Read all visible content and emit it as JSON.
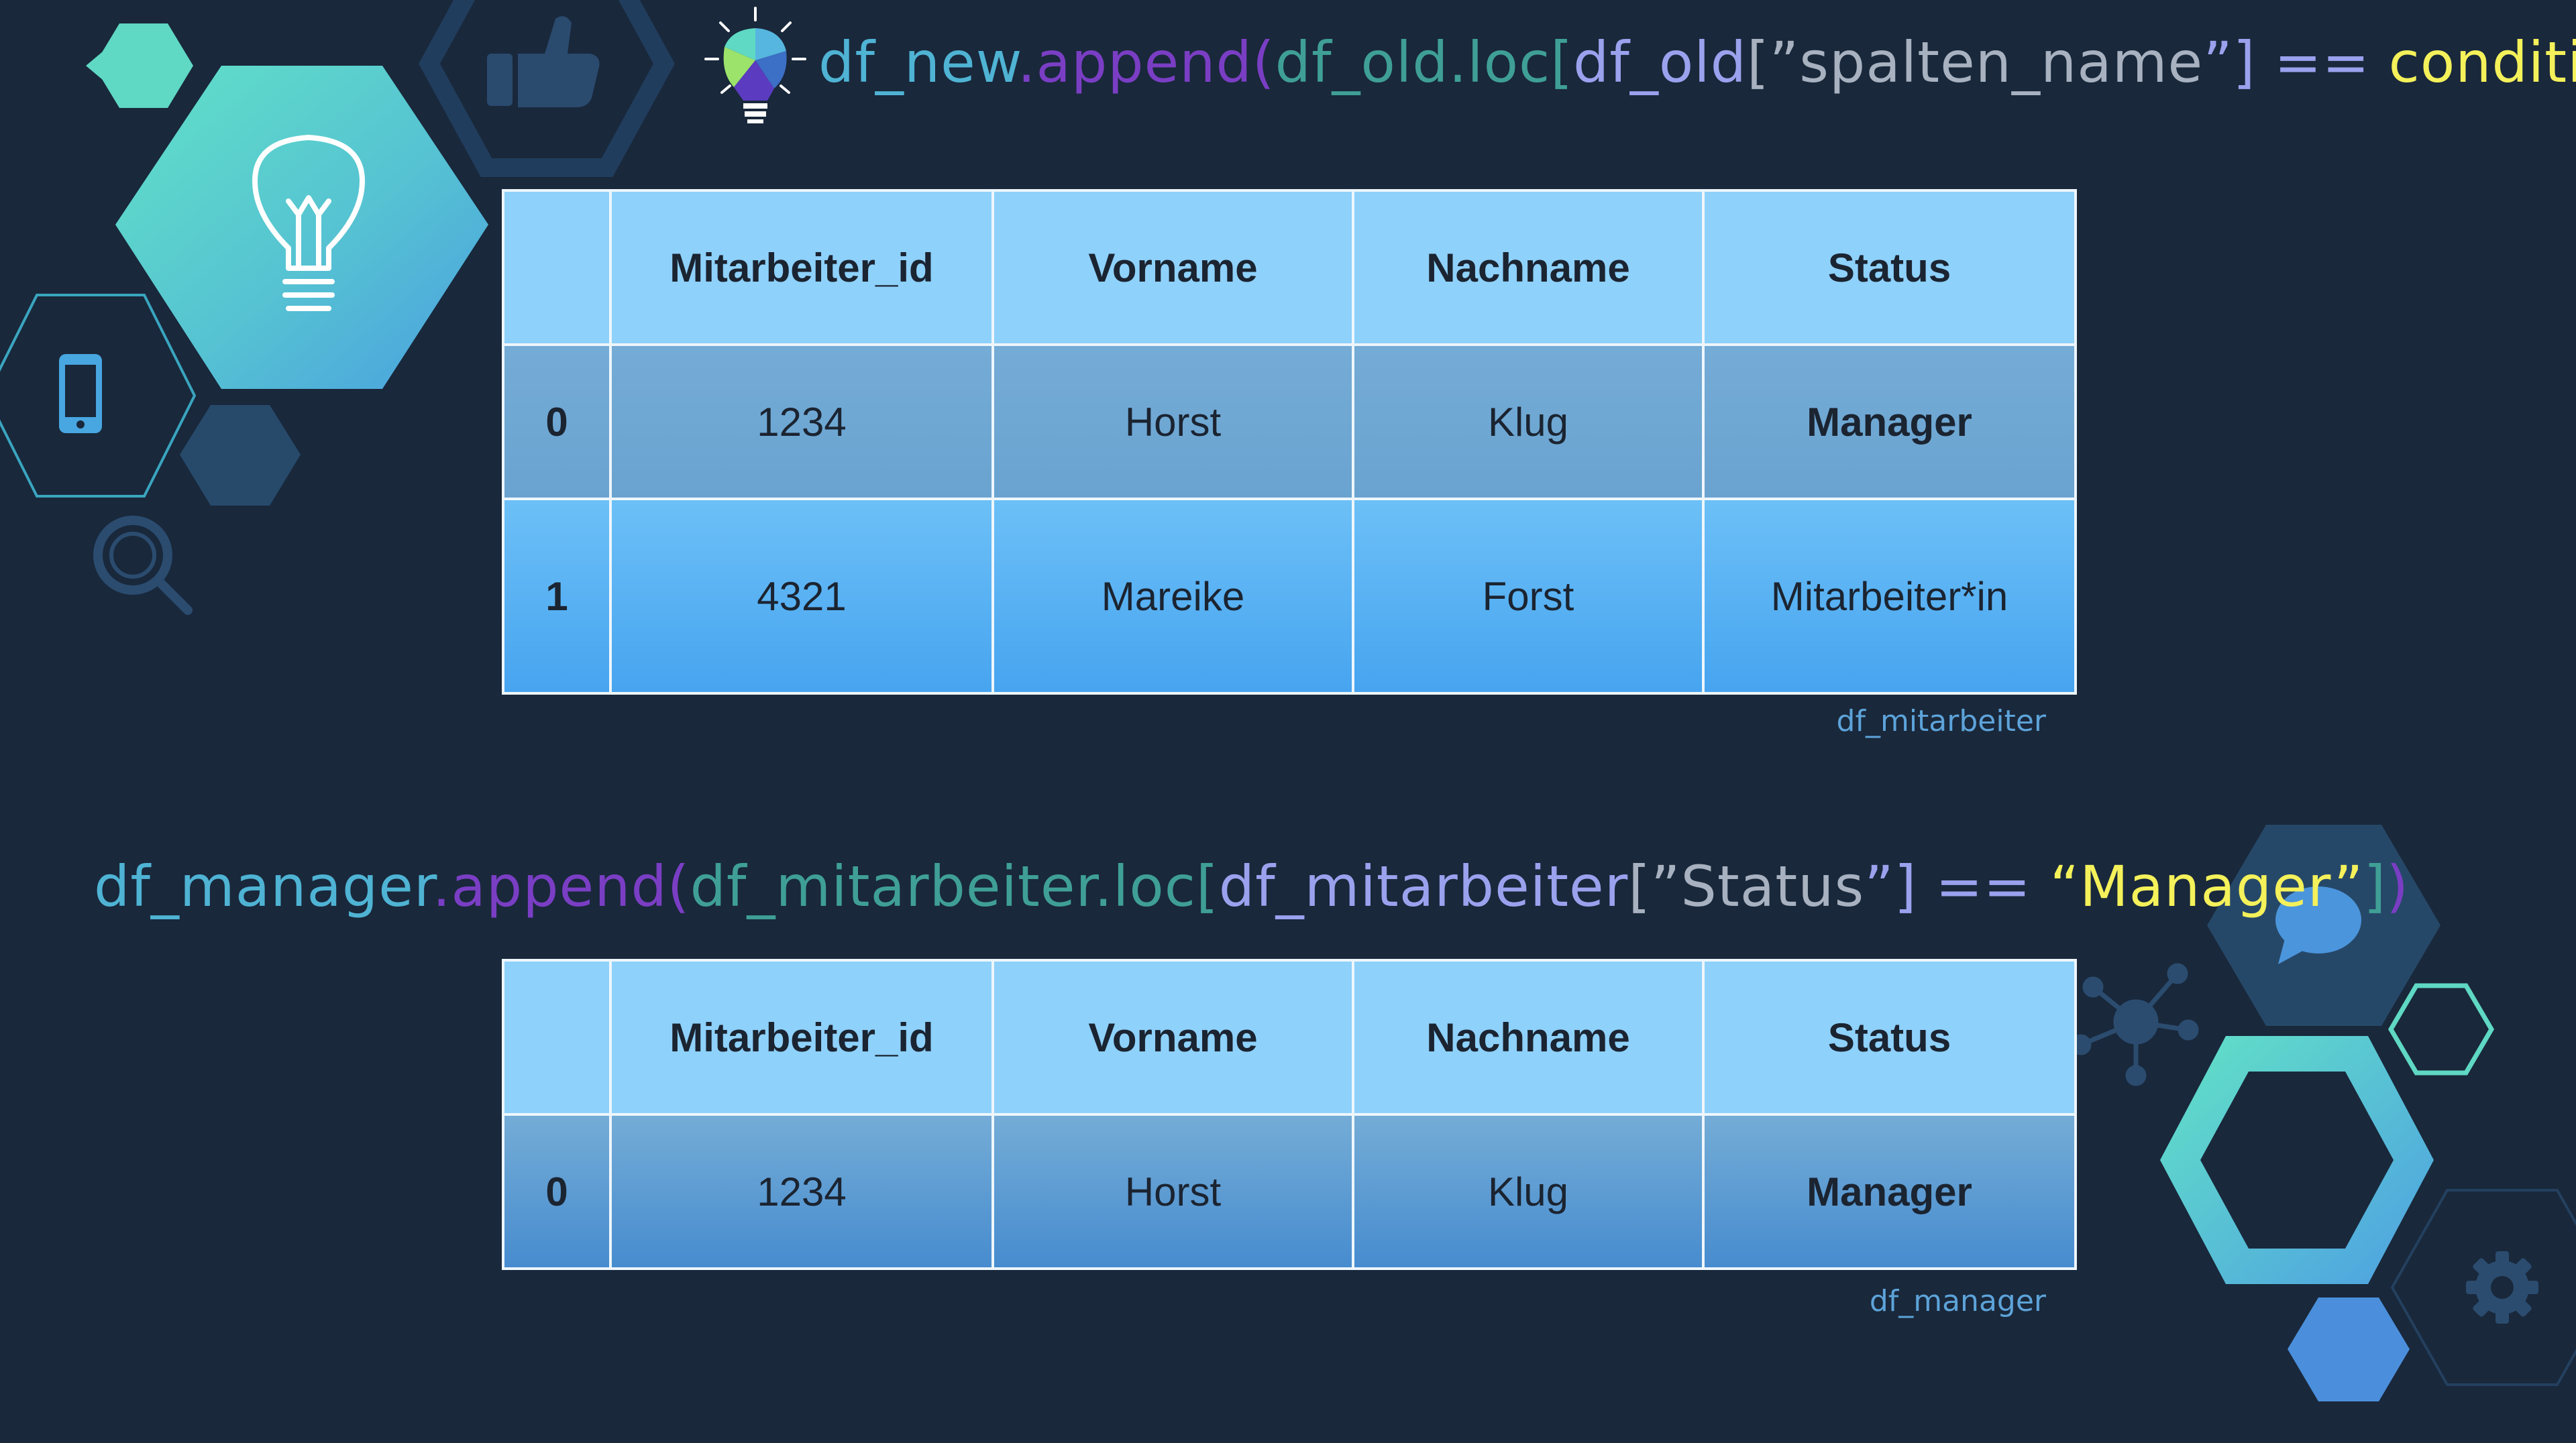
{
  "code_top": {
    "df_new": "df_new",
    "append": ".append(",
    "df_old_loc": "df_old.loc",
    "bracket_open": "[",
    "df_old": "df_old",
    "col_open": "[”",
    "col_name": "spalten_name",
    "col_close": "”]",
    "eq": " == ",
    "condition": "condition",
    "close_bracket": "]",
    "close_paren": ")"
  },
  "code_bottom": {
    "df_manager": "df_manager",
    "append": ".append(",
    "df_mitarbeiter_loc": "df_mitarbeiter.loc",
    "bracket_open": "[",
    "df_mitarbeiter": "df_mitarbeiter",
    "col_open": "[”",
    "col_name": "Status",
    "col_close": "”]",
    "eq": " == ",
    "value": "“Manager”",
    "close_bracket": "]",
    "close_paren": ")"
  },
  "table_mitarbeiter": {
    "caption": "df_mitarbeiter",
    "headers": [
      "",
      "Mitarbeiter_id",
      "Vorname",
      "Nachname",
      "Status"
    ],
    "rows": [
      {
        "index": "0",
        "id": "1234",
        "vorname": "Horst",
        "nachname": "Klug",
        "status": "Manager"
      },
      {
        "index": "1",
        "id": "4321",
        "vorname": "Mareike",
        "nachname": "Forst",
        "status": "Mitarbeiter*in"
      }
    ]
  },
  "table_manager": {
    "caption": "df_manager",
    "headers": [
      "",
      "Mitarbeiter_id",
      "Vorname",
      "Nachname",
      "Status"
    ],
    "rows": [
      {
        "index": "0",
        "id": "1234",
        "vorname": "Horst",
        "nachname": "Klug",
        "status": "Manager"
      }
    ]
  },
  "colors": {
    "background": "#19283b",
    "header_cell": "#8ed1fb",
    "row_dark": "#6aa3d0",
    "row_light": "#47a4ef",
    "accent_teal": "#5fd9c6",
    "accent_yellow": "#f4f15a"
  },
  "icons": [
    "lightbulb-icon",
    "thumbs-up-icon",
    "smartphone-icon",
    "magnifier-icon",
    "idea-bulb-icon",
    "chat-bubble-icon",
    "network-icon",
    "gear-icon"
  ]
}
